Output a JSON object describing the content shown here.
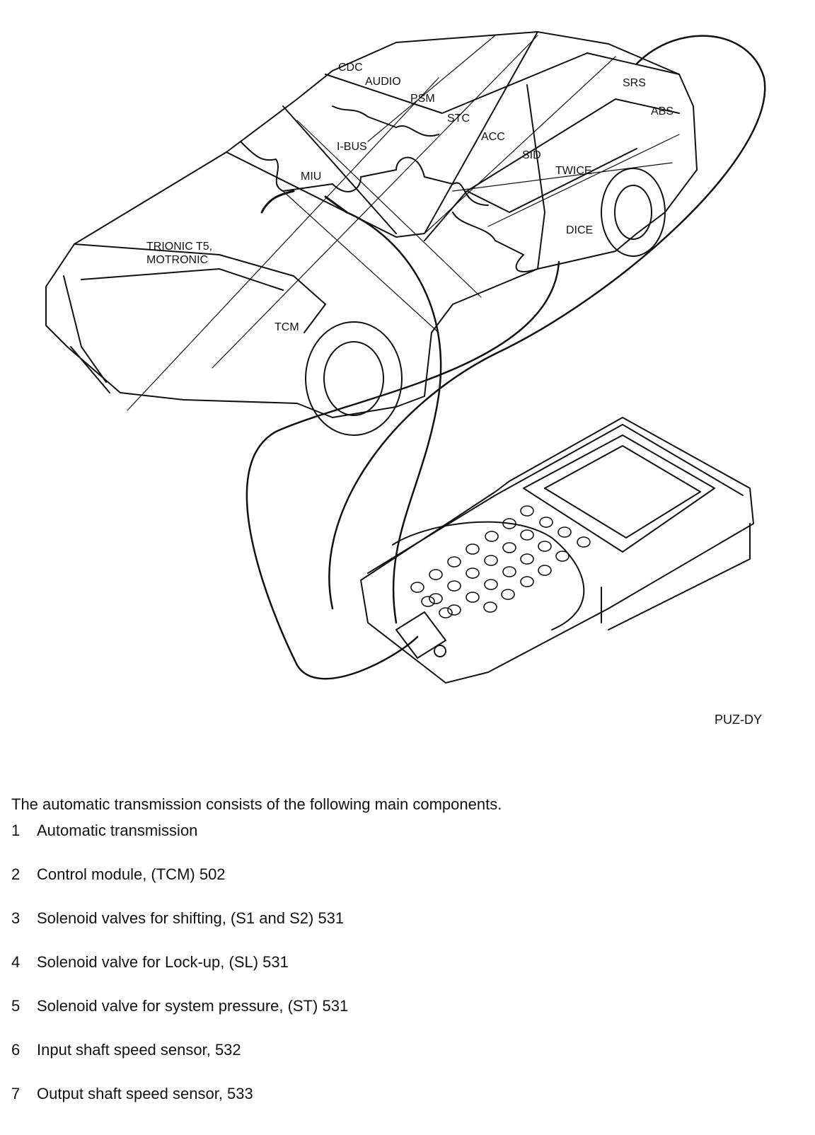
{
  "figure": {
    "labels": [
      "CDC",
      "AUDIO",
      "PSM",
      "STC",
      "ACC",
      "I-BUS",
      "SID",
      "SRS",
      "ABS",
      "TWICE",
      "MIU",
      "DICE",
      "TRIONIC T5,",
      "MOTRONIC",
      "TCM"
    ],
    "code": "PUZ-DY"
  },
  "intro": "The automatic transmission consists of the following main components.",
  "components": [
    {
      "n": "1",
      "text": "Automatic transmission"
    },
    {
      "n": "2",
      "text": "Control module, (TCM) 502"
    },
    {
      "n": "3",
      "text": "Solenoid valves for shifting, (S1 and S2) 531"
    },
    {
      "n": "4",
      "text": "Solenoid valve for Lock-up, (SL) 531"
    },
    {
      "n": "5",
      "text": "Solenoid valve for system pressure, (ST) 531"
    },
    {
      "n": "6",
      "text": "Input shaft speed sensor, 532"
    },
    {
      "n": "7",
      "text": "Output shaft speed sensor, 533"
    }
  ]
}
